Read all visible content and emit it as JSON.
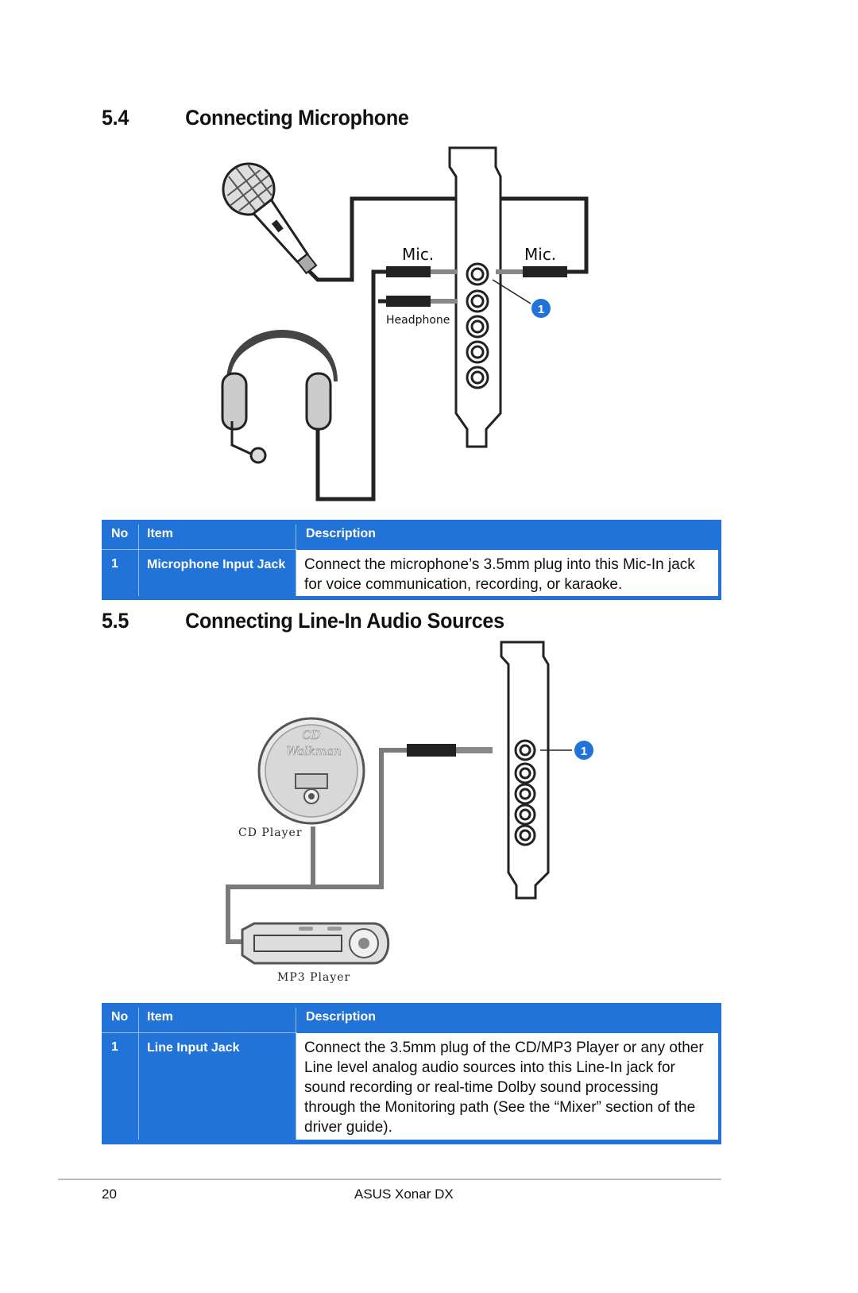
{
  "section_54": {
    "number": "5.4",
    "title": "Connecting Microphone"
  },
  "figure1": {
    "mic_label_left": "Mic.",
    "mic_label_right": "Mic.",
    "headphone_label": "Headphone",
    "callout": "1"
  },
  "table1": {
    "headers": {
      "no": "No",
      "item": "Item",
      "description": "Description"
    },
    "row": {
      "no": "1",
      "item": "Microphone Input Jack",
      "description": "Connect the microphone’s 3.5mm plug into this Mic-In jack for voice communication, recording, or karaoke."
    }
  },
  "section_55": {
    "number": "5.5",
    "title": "Connecting Line-In Audio Sources"
  },
  "figure2": {
    "cd_label": "CD Player",
    "cd_face_line1": "CD",
    "cd_face_line2": "Walkman",
    "mp3_label": "MP3 Player",
    "callout": "1"
  },
  "table2": {
    "headers": {
      "no": "No",
      "item": "Item",
      "description": "Description"
    },
    "row": {
      "no": "1",
      "item": "Line Input Jack",
      "description": "Connect the 3.5mm plug of the CD/MP3 Player or any other Line level analog audio sources into this Line-In jack for sound recording or real-time Dolby sound processing through the Monitoring path (See the “Mixer” section of the driver guide)."
    }
  },
  "footer": {
    "page_number": "20",
    "document_name": "ASUS Xonar DX"
  },
  "colors": {
    "table_blue": "#2273d8",
    "cable_gray": "#7a7a7a"
  }
}
